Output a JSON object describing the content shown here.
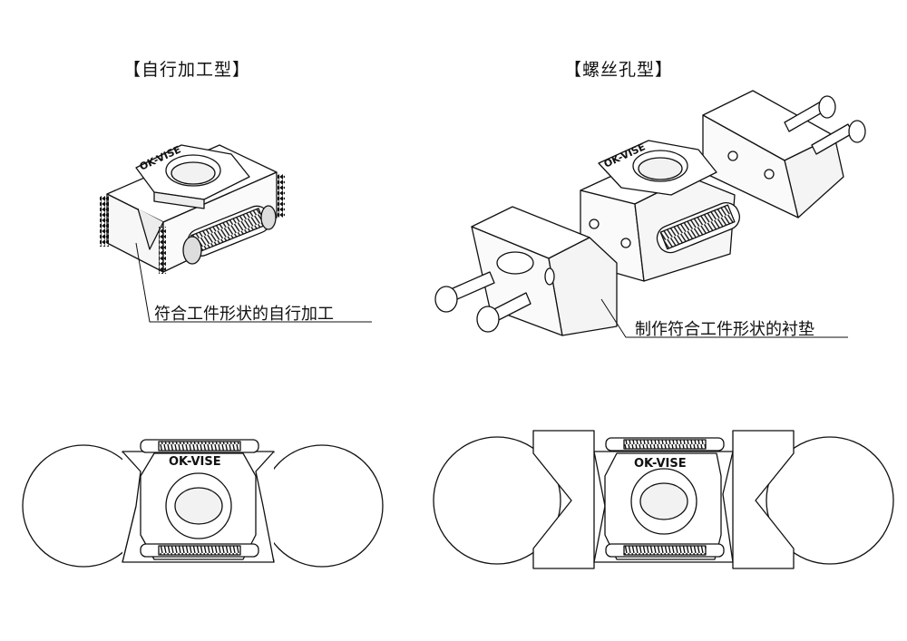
{
  "titles": {
    "self_machining": "【自行加工型】",
    "screw_hole": "【螺丝孔型】"
  },
  "callouts": {
    "self_machining": "符合工件形状的自行加工",
    "screw_hole": "制作符合工件形状的衬垫"
  },
  "brand_label": "OK-VISE",
  "colors": {
    "line": "#111111",
    "fill": "#ffffff",
    "shade": "#e6e6e6"
  }
}
